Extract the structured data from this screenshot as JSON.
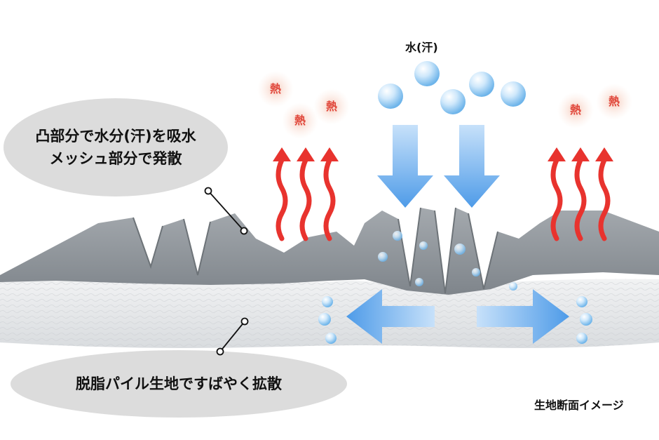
{
  "water_label": "水(汗)",
  "heat_label": "熱",
  "callout_top": {
    "line1": "凸部分で水分(汗)を吸水",
    "line2": "メッシュ部分で発散"
  },
  "callout_bottom": "脱脂パイル生地ですばやく拡散",
  "caption": "生地断面イメージ",
  "colors": {
    "heat_arrow": "#e8332e",
    "heat_text": "#e0463a",
    "water_arrow": "#5aa6ee",
    "mesh_fabric": "#8f959b",
    "pile_fabric": "#e8eaec",
    "callout_bg": "#dcdcdc"
  }
}
